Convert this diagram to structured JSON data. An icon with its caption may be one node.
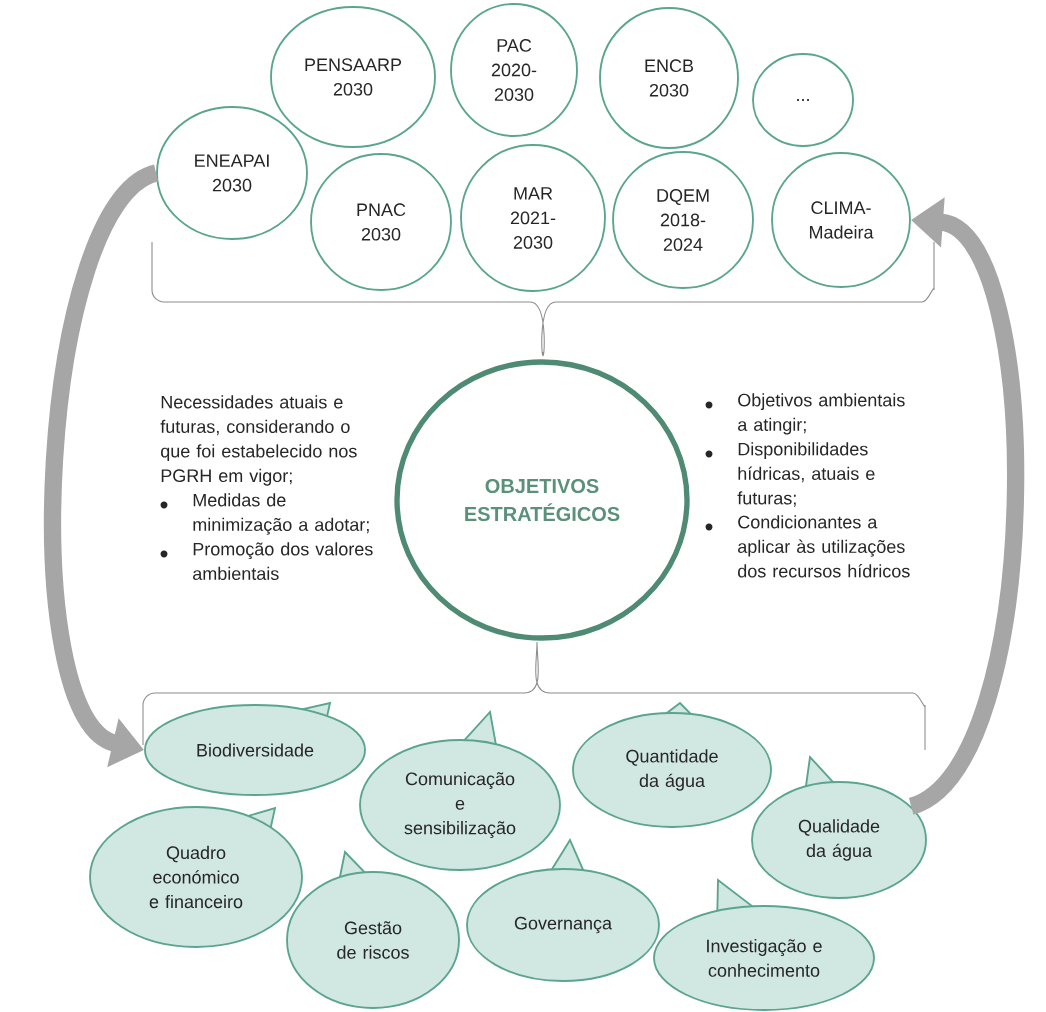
{
  "diagram": {
    "nodes": [
      {
        "text": [
          "ENEAPAI 2030"
        ]
      },
      {
        "text": [
          "PENSAARP 2030"
        ]
      },
      {
        "text": [
          "PNAC 2030"
        ]
      },
      {
        "text": [
          "PAC 2020-2030"
        ]
      },
      {
        "text": [
          "MAR 2021-2030"
        ]
      },
      {
        "text": [
          "ENCB 2030"
        ]
      },
      {
        "text": [
          "DQEM 2018-2024"
        ]
      },
      {
        "text": [
          "..."
        ]
      },
      {
        "text": [
          "CLIMA-Madeira"
        ]
      },
      {
        "text": [
          "OBJETIVOS ESTRATÉGICOS"
        ]
      },
      {
        "text": [
          "Biodiversidade"
        ]
      },
      {
        "text": [
          "Comunicação e sensibilização"
        ]
      },
      {
        "text": [
          "Quantidade da água"
        ]
      },
      {
        "text": [
          "Qualidade da água"
        ]
      },
      {
        "text": [
          "Quadro económico e financeiro"
        ]
      },
      {
        "text": [
          "Gestão de riscos"
        ]
      },
      {
        "text": [
          "Governança"
        ]
      },
      {
        "text": [
          "Investigação e conhecimento"
        ]
      }
    ],
    "edges": [
      {
        "from": 0,
        "to": 10,
        "arrow": "to"
      },
      {
        "from": 13,
        "to": 8,
        "arrow": "to"
      }
    ],
    "labels": [
      "Necessidades atuais e futuras, considerando o que foi estabelecido nos PGRH em vigor;",
      "Medidas de minimização a adotar;",
      "Promoção dos valores ambientais",
      "Objetivos ambientais a atingir;",
      "Disponibilidades hídricas, atuais e futuras;",
      "Condicionantes a aplicar às utilizações dos recursos hídricos"
    ]
  }
}
